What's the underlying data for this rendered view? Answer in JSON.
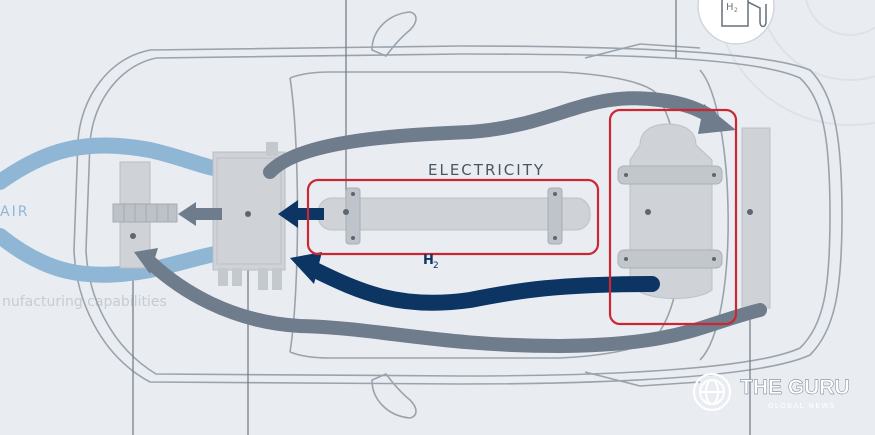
{
  "labels": {
    "electricity": "ELECTRICITY",
    "air": "AIR",
    "h2_main": "H",
    "h2_sub": "2",
    "bg_text": "nufacturing capabilities",
    "pump_h": "H",
    "pump_sub": "2"
  },
  "watermark": {
    "name": "THE GURU",
    "tagline": "GLOBAL NEWS"
  },
  "colors": {
    "background": "#e9edf2",
    "car_outline": "#9aa3ad",
    "component_fill": "#cfd3d8",
    "air_arrow": "#8fb6d5",
    "electricity_arrow": "#6f7c8c",
    "hydrogen_arrow": "#0d3564",
    "highlight_box": "#cc2633",
    "label_text": "#4a5563"
  },
  "icons": {
    "pump": "hydrogen-pump-icon",
    "logo": "globe-logo-icon"
  }
}
